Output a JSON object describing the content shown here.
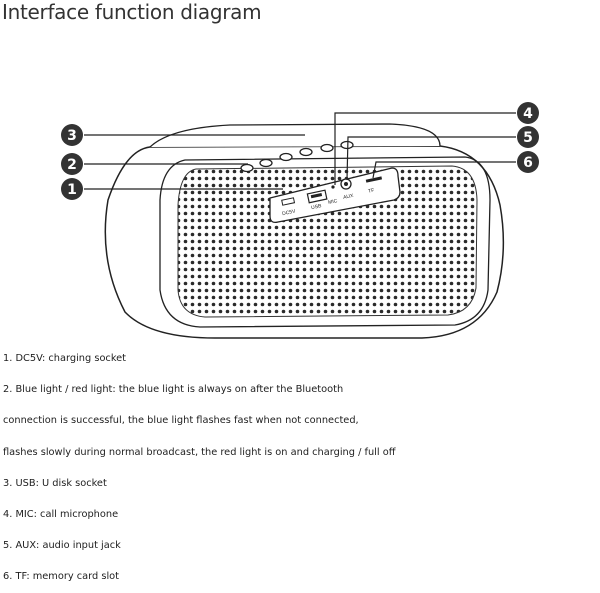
{
  "title": "Interface function diagram",
  "port_labels": {
    "dc": "DC5V",
    "usb": "USB",
    "mic": "MIC",
    "aux": "AUX",
    "tf": "TF"
  },
  "callouts": [
    {
      "number": "1"
    },
    {
      "number": "2"
    },
    {
      "number": "3"
    },
    {
      "number": "4"
    },
    {
      "number": "5"
    },
    {
      "number": "6"
    }
  ],
  "descriptions": [
    "1. DC5V: charging socket",
    "2. Blue light / red light: the blue light is always on after the Bluetooth",
    "connection is successful, the blue light flashes fast when not connected,",
    "flashes slowly during normal broadcast, the red light is on and charging / full off",
    "3. USB: U disk socket",
    "4. MIC: call microphone",
    "5. AUX: audio input jack",
    "6. TF: memory card slot"
  ]
}
